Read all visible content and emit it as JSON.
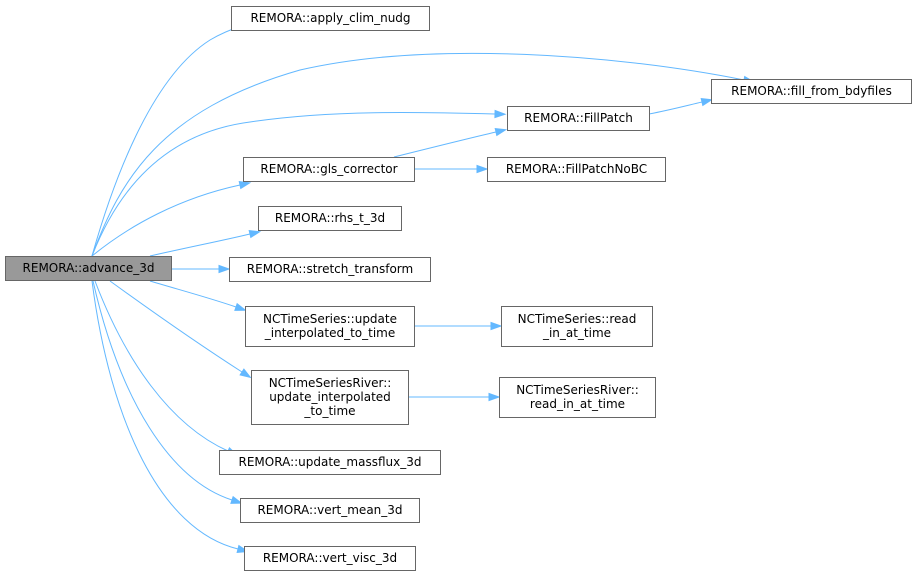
{
  "graph": {
    "root": {
      "id": "advance_3d",
      "lines": [
        "REMORA::advance_3d"
      ]
    },
    "nodes": [
      {
        "id": "apply_clim_nudg",
        "lines": [
          "REMORA::apply_clim_nudg"
        ]
      },
      {
        "id": "fill_from_bdyfiles",
        "lines": [
          "REMORA::fill_from_bdyfiles"
        ]
      },
      {
        "id": "FillPatch",
        "lines": [
          "REMORA::FillPatch"
        ]
      },
      {
        "id": "gls_corrector",
        "lines": [
          "REMORA::gls_corrector"
        ]
      },
      {
        "id": "FillPatchNoBC",
        "lines": [
          "REMORA::FillPatchNoBC"
        ]
      },
      {
        "id": "rhs_t_3d",
        "lines": [
          "REMORA::rhs_t_3d"
        ]
      },
      {
        "id": "stretch_transform",
        "lines": [
          "REMORA::stretch_transform"
        ]
      },
      {
        "id": "nc_update_interp",
        "lines": [
          "NCTimeSeries::update",
          "_interpolated_to_time"
        ]
      },
      {
        "id": "nc_read_in_at_time",
        "lines": [
          "NCTimeSeries::read",
          "_in_at_time"
        ]
      },
      {
        "id": "ncr_update_interp",
        "lines": [
          "NCTimeSeriesRiver::",
          "update_interpolated",
          "_to_time"
        ]
      },
      {
        "id": "ncr_read_in_at_time",
        "lines": [
          "NCTimeSeriesRiver::",
          "read_in_at_time"
        ]
      },
      {
        "id": "update_massflux_3d",
        "lines": [
          "REMORA::update_massflux_3d"
        ]
      },
      {
        "id": "vert_mean_3d",
        "lines": [
          "REMORA::vert_mean_3d"
        ]
      },
      {
        "id": "vert_visc_3d",
        "lines": [
          "REMORA::vert_visc_3d"
        ]
      }
    ],
    "edges": [
      {
        "from": "advance_3d",
        "to": "apply_clim_nudg"
      },
      {
        "from": "advance_3d",
        "to": "fill_from_bdyfiles"
      },
      {
        "from": "advance_3d",
        "to": "FillPatch"
      },
      {
        "from": "advance_3d",
        "to": "gls_corrector"
      },
      {
        "from": "advance_3d",
        "to": "rhs_t_3d"
      },
      {
        "from": "advance_3d",
        "to": "stretch_transform"
      },
      {
        "from": "advance_3d",
        "to": "nc_update_interp"
      },
      {
        "from": "advance_3d",
        "to": "ncr_update_interp"
      },
      {
        "from": "advance_3d",
        "to": "update_massflux_3d"
      },
      {
        "from": "advance_3d",
        "to": "vert_mean_3d"
      },
      {
        "from": "advance_3d",
        "to": "vert_visc_3d"
      },
      {
        "from": "FillPatch",
        "to": "fill_from_bdyfiles"
      },
      {
        "from": "gls_corrector",
        "to": "FillPatch"
      },
      {
        "from": "gls_corrector",
        "to": "FillPatchNoBC"
      },
      {
        "from": "nc_update_interp",
        "to": "nc_read_in_at_time"
      },
      {
        "from": "ncr_update_interp",
        "to": "ncr_read_in_at_time"
      }
    ]
  }
}
